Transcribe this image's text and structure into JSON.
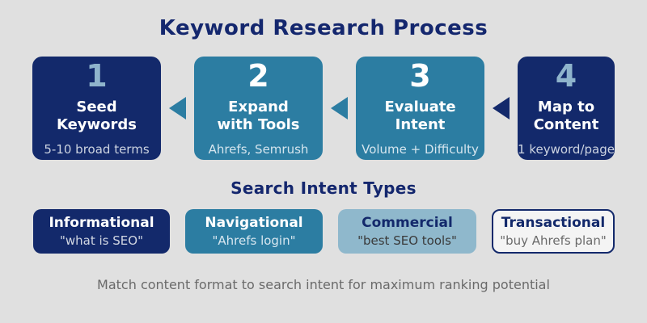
{
  "title": "Keyword Research Process",
  "process": {
    "steps": [
      {
        "number": "1",
        "title_line1": "Seed",
        "title_line2": "Keywords",
        "subtitle": "5-10 broad terms",
        "variant": "navy"
      },
      {
        "number": "2",
        "title_line1": "Expand",
        "title_line2": "with Tools",
        "subtitle": "Ahrefs, Semrush",
        "variant": "teal"
      },
      {
        "number": "3",
        "title_line1": "Evaluate",
        "title_line2": "Intent",
        "subtitle": "Volume + Difficulty",
        "variant": "teal"
      },
      {
        "number": "4",
        "title_line1": "Map to",
        "title_line2": "Content",
        "subtitle": "1 keyword/page",
        "variant": "navy"
      }
    ],
    "arrows": [
      {
        "direction": "left",
        "color": "#2c7da2"
      },
      {
        "direction": "left",
        "color": "#2c7da2"
      },
      {
        "direction": "left",
        "color": "#13296b"
      }
    ]
  },
  "intent_section": {
    "heading": "Search Intent Types",
    "types": [
      {
        "label": "Informational",
        "example": "\"what is SEO\"",
        "variant": "navy"
      },
      {
        "label": "Navigational",
        "example": "\"Ahrefs login\"",
        "variant": "teal"
      },
      {
        "label": "Commercial",
        "example": "\"best SEO tools\"",
        "variant": "lightblue"
      },
      {
        "label": "Transactional",
        "example": "\"buy Ahrefs plan\"",
        "variant": "outline"
      }
    ]
  },
  "footer_note": "Match content format to search intent for maximum ranking potential",
  "colors": {
    "background": "#e0e0e0",
    "navy": "#13296b",
    "teal": "#2c7da2",
    "lightblue": "#8fb8cc",
    "heading_text": "#14276e",
    "number_accent": "#8fb4cc",
    "footer_text": "#6a6a6a"
  }
}
